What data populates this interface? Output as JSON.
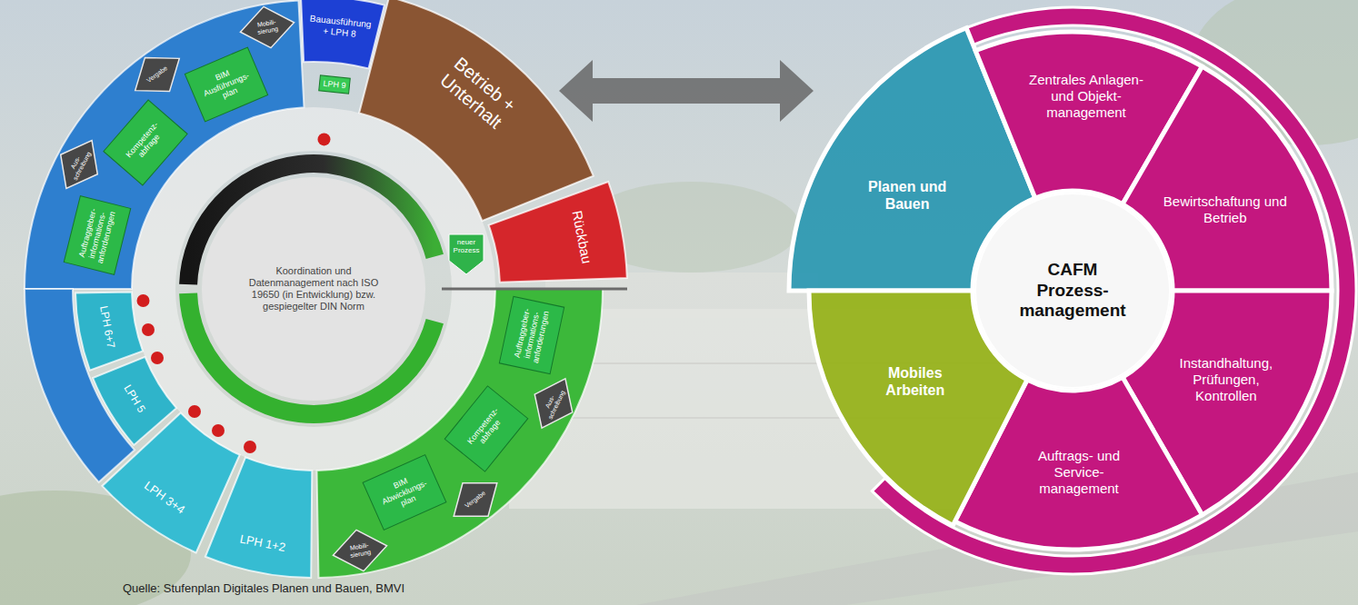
{
  "diagram": {
    "caption": "Quelle: Stufenplan Digitales Planen und Bauen, BMVI",
    "nodes": [
      {
        "text": [
          "Auftraggeber- informations- anforderungen"
        ]
      },
      {
        "text": [
          "Aus- schreibung"
        ]
      },
      {
        "text": [
          "Kompetenz- abfrage"
        ]
      },
      {
        "text": [
          "Vergabe"
        ]
      },
      {
        "text": [
          "BIM Ausführungs- plan"
        ]
      },
      {
        "text": [
          "Mobili- sierung"
        ]
      },
      {
        "text": [
          "Bauausführung + LPH 8"
        ]
      },
      {
        "text": [
          "LPH 9"
        ]
      },
      {
        "text": [
          "Betrieb + Unterhalt"
        ]
      },
      {
        "text": [
          "Rückbau"
        ]
      },
      {
        "text": [
          "neuer Prozess"
        ]
      },
      {
        "text": [
          "Koordination und Datenmanagement nach ISO 19650 (in Entwicklung) bzw. gespiegelter DIN Norm"
        ]
      },
      {
        "text": [
          "LPH 6+7"
        ]
      },
      {
        "text": [
          "LPH 5"
        ]
      },
      {
        "text": [
          "LPH 3+4"
        ]
      },
      {
        "text": [
          "LPH 1+2"
        ]
      },
      {
        "text": [
          "Mobili- sierung"
        ]
      },
      {
        "text": [
          "BIM Abwicklungs- plan"
        ]
      },
      {
        "text": [
          "Vergabe"
        ]
      },
      {
        "text": [
          "Kompetenz- abfrage"
        ]
      },
      {
        "text": [
          "Aus- schreibung"
        ]
      },
      {
        "text": [
          "Auftraggeber- informations- anforderungen"
        ]
      },
      {
        "text": [
          "Planen und Bauen"
        ]
      },
      {
        "text": [
          "Zentrales Anlagen- und Objekt- management"
        ]
      },
      {
        "text": [
          "Bewirtschaftung und Betrieb"
        ]
      },
      {
        "text": [
          "Instandhaltung, Prüfungen, Kontrollen"
        ]
      },
      {
        "text": [
          "Auftrags- und Service- management"
        ]
      },
      {
        "text": [
          "Mobiles Arbeiten"
        ]
      },
      {
        "text": [
          "CAFM Prozess- management"
        ]
      }
    ]
  }
}
